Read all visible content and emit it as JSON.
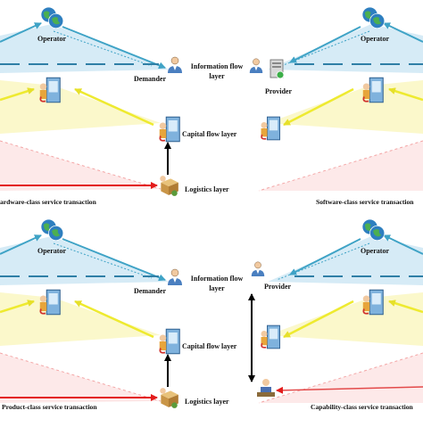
{
  "panels": {
    "top_left": {
      "caption": "ardware-class service transaction",
      "operator": "Operator",
      "demander": "Demander",
      "info_layer_line1": "Information flow",
      "info_layer_line2": "layer",
      "capital_layer": "Capital flow layer",
      "logistics_layer": "Logistics layer"
    },
    "top_right": {
      "caption": "Software-class service transaction",
      "operator": "Operator",
      "provider": "Provider"
    },
    "bottom_left": {
      "caption": "Product-class service transaction",
      "operator": "Operator",
      "demander": "Demander",
      "info_layer_line1": "Information flow",
      "info_layer_line2": "layer",
      "capital_layer": "Capital flow layer",
      "logistics_layer": "Logistics layer"
    },
    "bottom_right": {
      "caption": "Capability-class service transaction",
      "operator": "Operator",
      "provider": "Provider"
    }
  },
  "colors": {
    "info_band": "#cfe8f4",
    "info_arrow": "#3fa3c6",
    "capital_band": "#fbf8c8",
    "capital_arrow": "#eeea30",
    "logistics_band": "#fde8e8",
    "logistics_dash": "#f3a6a6",
    "logistics_arrow": "#e31b1b",
    "vertical_arrow": "#000000"
  },
  "icons": {
    "operator": "globe-pair-icon",
    "demander": "person-icon",
    "provider": "server-icon",
    "capital": "phone-booth-icon",
    "logistics": "package-worker-icon"
  }
}
